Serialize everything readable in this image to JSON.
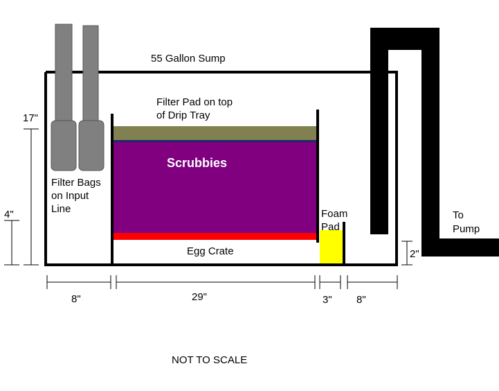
{
  "title": "55 Gallon Sump",
  "footer_note": "NOT TO SCALE",
  "labels": {
    "filter_pad": [
      "Filter Pad on top",
      "of Drip Tray"
    ],
    "scrubbies": "Scrubbies",
    "egg_crate": "Egg Crate",
    "filter_bags": [
      "Filter Bags",
      "on Input",
      "Line"
    ],
    "foam_pad": [
      "Foam",
      "Pad"
    ],
    "to_pump": [
      "To",
      "Pump"
    ]
  },
  "dimensions": {
    "height_total": "17\"",
    "height_inner": "4\"",
    "height_outlet": "2\"",
    "width_intake": "8\"",
    "width_media": "29\"",
    "width_foam": "3\"",
    "width_outlet": "8\""
  },
  "colors": {
    "outline": "#000000",
    "filter_pad": "#808050",
    "scrubbies": "#800080",
    "egg_crate": "#ff0000",
    "foam_pad": "#ffff00",
    "filter_bags": "#808080"
  }
}
